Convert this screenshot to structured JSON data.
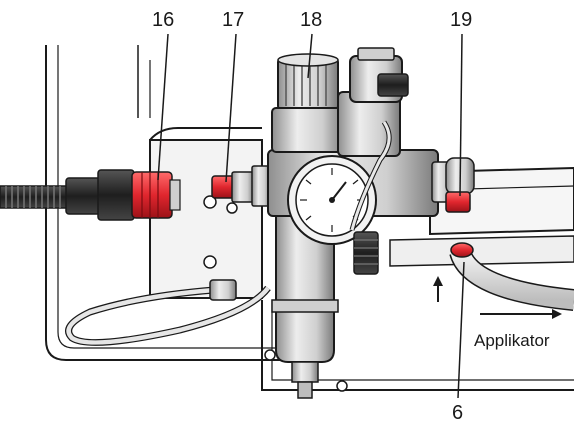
{
  "figure": {
    "callouts": [
      {
        "label": "16"
      },
      {
        "label": "17"
      },
      {
        "label": "18"
      },
      {
        "label": "19"
      },
      {
        "label": "6"
      }
    ],
    "direction_label": "Applikator",
    "colors": {
      "red_fitting": "#e0262e",
      "metal_dark": "#2a2a2a",
      "metal_light": "#d8d8d8",
      "outline": "#1a1a1a"
    }
  }
}
